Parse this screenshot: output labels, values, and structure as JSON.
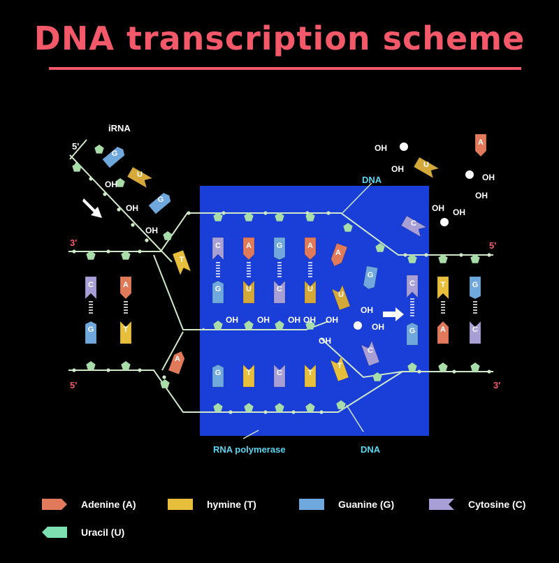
{
  "title": "DNA transcription scheme",
  "labels": {
    "irna": "iRNA",
    "dna_top": "DNA",
    "dna_bottom": "DNA",
    "rna_polymerase": "RNA polymerase",
    "prime_5": "5'",
    "prime_3": "3'",
    "oh": "OH"
  },
  "bases": {
    "A": {
      "letter": "A",
      "color": "#e07a5a"
    },
    "T": {
      "letter": "T",
      "color": "#e8bf3c"
    },
    "G": {
      "letter": "G",
      "color": "#6fa8dc"
    },
    "C": {
      "letter": "C",
      "color": "#a89fd6"
    },
    "U": {
      "letter": "U",
      "color": "#d4a93a"
    }
  },
  "legend": [
    {
      "label": "Adenine (A)",
      "color": "#e07a5a"
    },
    {
      "label": "hymine (T)",
      "color": "#e8bf3c"
    },
    {
      "label": "Guanine (G)",
      "color": "#6fa8dc"
    },
    {
      "label": "Cytosine (C)",
      "color": "#a89fd6"
    },
    {
      "label": "Uracil  (U)",
      "color": "#7de0b0"
    }
  ],
  "colors": {
    "title": "#f4596a",
    "polymerase": "#1a3fd8",
    "backbone": "#cfe8c8",
    "sugar": "#a8dca8",
    "cyan_label": "#5ad6f2",
    "prime_label": "#f4596a"
  }
}
